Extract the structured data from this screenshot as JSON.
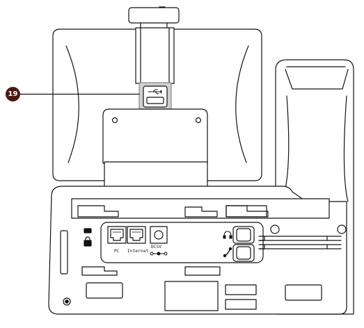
{
  "diagram": {
    "callout_number": "19",
    "ports": {
      "pc_label": "PC",
      "internet_label": "Internet",
      "power_label": "DC5V"
    },
    "icons": {
      "usb": "usb-port-icon",
      "headset": "headset-icon",
      "handset": "handset-icon",
      "lock": "security-lock-icon",
      "power": "dc-power-symbol-icon"
    },
    "colors": {
      "outline": "#111111",
      "callout_fill": "#4a1a12",
      "callout_text": "#ffffff",
      "usb_highlight": "#d0d0d0"
    }
  }
}
